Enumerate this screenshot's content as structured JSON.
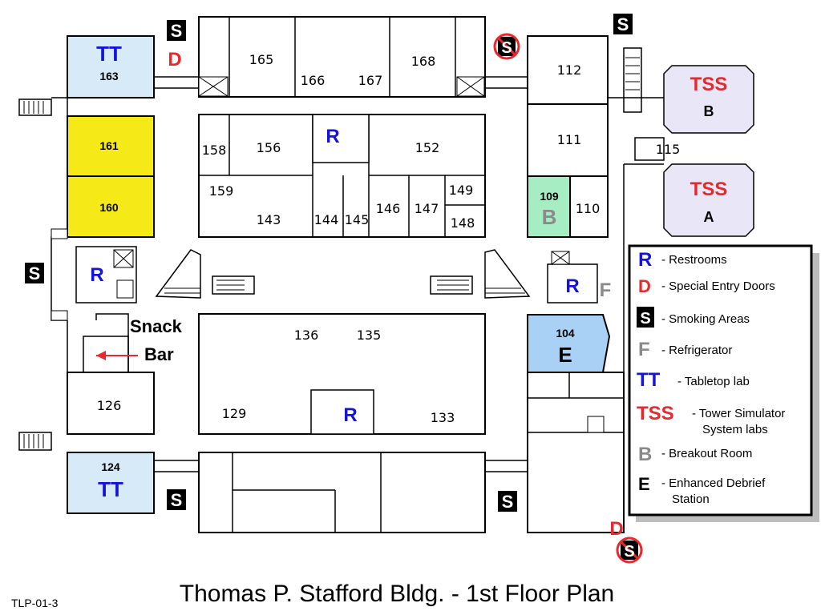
{
  "title": "Thomas P. Stafford Bldg. - 1st Floor Plan",
  "slide_id": "TLP-01-3",
  "colors": {
    "tabletop": "#d6ebf7",
    "yellow": "#f5ea17",
    "tss": "#e8e6f7",
    "breakout": "#a7edc4",
    "enhanced": "#a9d0f5",
    "red": "#e8282b",
    "blue": "#1414d8",
    "gray": "#8a8a8a"
  },
  "rooms": {
    "r165": "165",
    "r166": "166",
    "r167": "167",
    "r168": "168",
    "r112": "112",
    "r111": "111",
    "r110": "110",
    "r115": "115",
    "r158": "158",
    "r156": "156",
    "r152": "152",
    "r159": "159",
    "r143": "143",
    "r144": "144",
    "r145": "145",
    "r146": "146",
    "r147": "147",
    "r149": "149",
    "r148": "148",
    "r136": "136",
    "r135": "135",
    "r129": "129",
    "r133": "133",
    "r126": "126"
  },
  "labs": {
    "tt163_code": "TT",
    "tt163_num": "163",
    "tt124_code": "TT",
    "tt124_num": "124",
    "y161": "161",
    "y160": "160",
    "tssb_code": "TSS",
    "tssb_letter": "B",
    "tssa_code": "TSS",
    "tssa_letter": "A",
    "b109_num": "109",
    "b109_code": "B",
    "e104_num": "104",
    "e104_code": "E"
  },
  "marks": {
    "restroom": "R",
    "special_door": "D",
    "smoking": "S",
    "fridge": "F",
    "snack": "Snack",
    "bar": "Bar"
  },
  "legend": {
    "items": [
      {
        "sym": "R",
        "text": "- Restrooms"
      },
      {
        "sym": "D",
        "text": "- Special Entry Doors"
      },
      {
        "sym": "S",
        "text": "- Smoking Areas"
      },
      {
        "sym": "F",
        "text": "- Refrigerator"
      },
      {
        "sym": "TT",
        "text": "- Tabletop lab"
      },
      {
        "sym": "TSS",
        "text": "- Tower Simulator"
      },
      {
        "sym": "",
        "text": "System labs"
      },
      {
        "sym": "B",
        "text": "- Breakout Room"
      },
      {
        "sym": "E",
        "text": "- Enhanced Debrief"
      },
      {
        "sym": "",
        "text": "Station"
      }
    ]
  }
}
